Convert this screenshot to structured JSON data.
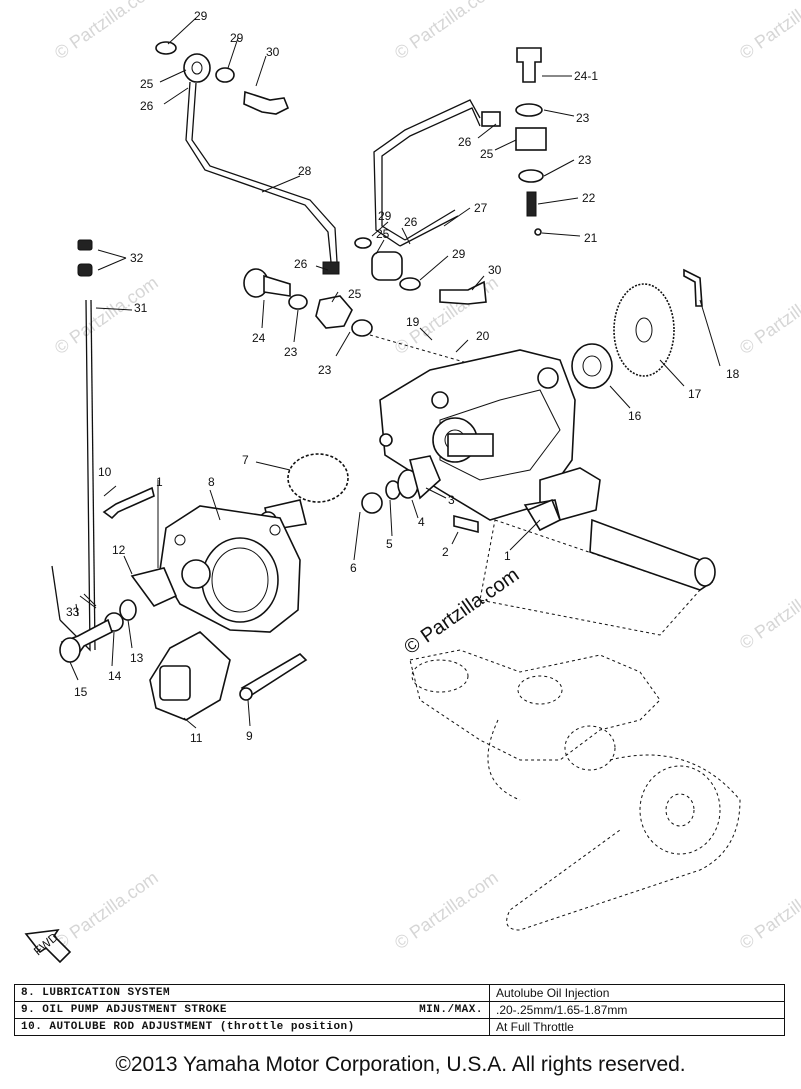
{
  "watermark": {
    "main": "© Partzilla.com",
    "faint": "© Partzilla.com"
  },
  "callouts": [
    {
      "id": "c29a",
      "label": "29"
    },
    {
      "id": "c29b",
      "label": "29"
    },
    {
      "id": "c30a",
      "label": "30"
    },
    {
      "id": "c25a",
      "label": "25"
    },
    {
      "id": "c26a",
      "label": "26"
    },
    {
      "id": "c28",
      "label": "28"
    },
    {
      "id": "c24-1",
      "label": "24-1"
    },
    {
      "id": "c23a",
      "label": "23"
    },
    {
      "id": "c26b",
      "label": "26"
    },
    {
      "id": "c25b",
      "label": "25"
    },
    {
      "id": "c23b",
      "label": "23"
    },
    {
      "id": "c22",
      "label": "22"
    },
    {
      "id": "c21",
      "label": "21"
    },
    {
      "id": "c27",
      "label": "27"
    },
    {
      "id": "c29c",
      "label": "29"
    },
    {
      "id": "c25c",
      "label": "25"
    },
    {
      "id": "c26c",
      "label": "26"
    },
    {
      "id": "c29d",
      "label": "29"
    },
    {
      "id": "c30b",
      "label": "30"
    },
    {
      "id": "c32",
      "label": "32"
    },
    {
      "id": "c26d",
      "label": "26"
    },
    {
      "id": "c25d",
      "label": "25"
    },
    {
      "id": "c31",
      "label": "31"
    },
    {
      "id": "c24",
      "label": "24"
    },
    {
      "id": "c23c",
      "label": "23"
    },
    {
      "id": "c23d",
      "label": "23"
    },
    {
      "id": "c19",
      "label": "19"
    },
    {
      "id": "c20",
      "label": "20"
    },
    {
      "id": "c18",
      "label": "18"
    },
    {
      "id": "c17",
      "label": "17"
    },
    {
      "id": "c16",
      "label": "16"
    },
    {
      "id": "c7",
      "label": "7"
    },
    {
      "id": "c10",
      "label": "10"
    },
    {
      "id": "c8",
      "label": "8"
    },
    {
      "id": "c1a",
      "label": "1"
    },
    {
      "id": "c3",
      "label": "3"
    },
    {
      "id": "c4",
      "label": "4"
    },
    {
      "id": "c5",
      "label": "5"
    },
    {
      "id": "c2",
      "label": "2"
    },
    {
      "id": "c1b",
      "label": "1"
    },
    {
      "id": "c6",
      "label": "6"
    },
    {
      "id": "c12",
      "label": "12"
    },
    {
      "id": "c33",
      "label": "33"
    },
    {
      "id": "c13",
      "label": "13"
    },
    {
      "id": "c14",
      "label": "14"
    },
    {
      "id": "c15",
      "label": "15"
    },
    {
      "id": "c11",
      "label": "11"
    },
    {
      "id": "c9",
      "label": "9"
    }
  ],
  "fwd_label": "FWD",
  "spec_table": [
    {
      "left_a": "8.  LUBRICATION SYSTEM",
      "left_b": "",
      "right": "Autolube Oil Injection"
    },
    {
      "left_a": "9.  OIL PUMP ADJUSTMENT STROKE",
      "left_b": "MIN./MAX.",
      "right": ".20-.25mm/1.65-1.87mm"
    },
    {
      "left_a": "10.  AUTOLUBE ROD ADJUSTMENT (throttle position)",
      "left_b": "",
      "right": "At Full Throttle"
    }
  ],
  "copyright": "©2013 Yamaha Motor Corporation, U.S.A. All rights reserved."
}
